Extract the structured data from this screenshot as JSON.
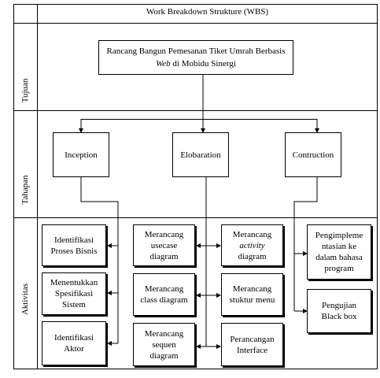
{
  "title": "Work Breakdown Strukture (WBS)",
  "rows": {
    "tujuan": "Tujuan",
    "tahapan": "Tahapan",
    "aktivitas": "Aktivitas"
  },
  "goal": {
    "line1": "Rancang Bangun Pemesanan Tiket Umrah Berbasis",
    "line2_italic": "Web",
    "line2_rest": " di Mobidu Sinergi"
  },
  "phases": {
    "inception": "Inception",
    "elaboration": "Elobaration",
    "construction": "Contruction"
  },
  "activities": {
    "identifikasi_proses": "Identifikasi\nProses Bisnis",
    "menentukan_spesifikasi": "Menentukkan\nSpesifikasi\nSistem",
    "identifikasi_aktor": "Identifikasi\nAktor",
    "usecase_diagram": "Merancang\nusecase\ndiagram",
    "class_diagram": "Merancang\nclass diagram",
    "sequen_diagram": "Merancang\nsequen\ndiagram",
    "activity_pre": "Merancang",
    "activity_italic": "activity",
    "activity_post": "diagram",
    "struktur_menu": "Merancang\nstuktur menu",
    "perancangan_interface": "Perancangan\nInterface",
    "implementasi": "Pengimpleme\nntasian ke\ndalam bahasa\nprogram",
    "pengujian": "Pengujian\nBlack box"
  }
}
